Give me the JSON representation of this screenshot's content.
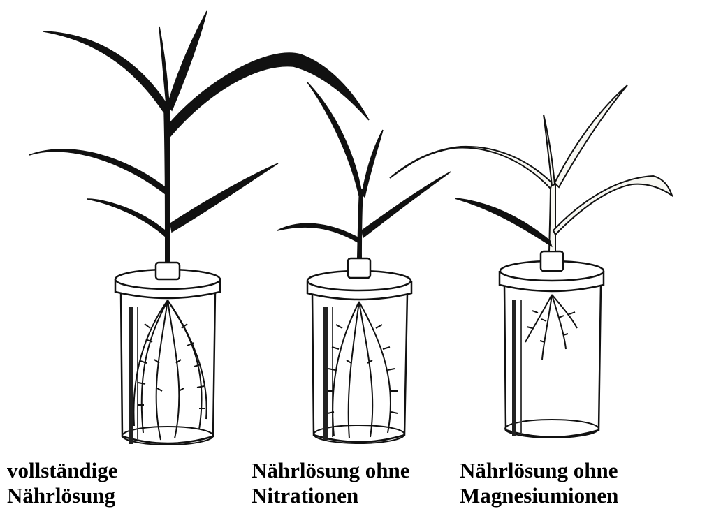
{
  "panels": [
    {
      "id": "complete",
      "caption_line1": "vollständige",
      "caption_line2": "Nährlösung"
    },
    {
      "id": "no-nitrate",
      "caption_line1": "Nährlösung ohne",
      "caption_line2": "Nitrationen"
    },
    {
      "id": "no-magnesium",
      "caption_line1": "Nährlösung ohne",
      "caption_line2": "Magnesiumionen"
    }
  ],
  "colors": {
    "ink": "#111111",
    "paper": "#ffffff",
    "wilted_leaf": "#f7f7f2"
  }
}
